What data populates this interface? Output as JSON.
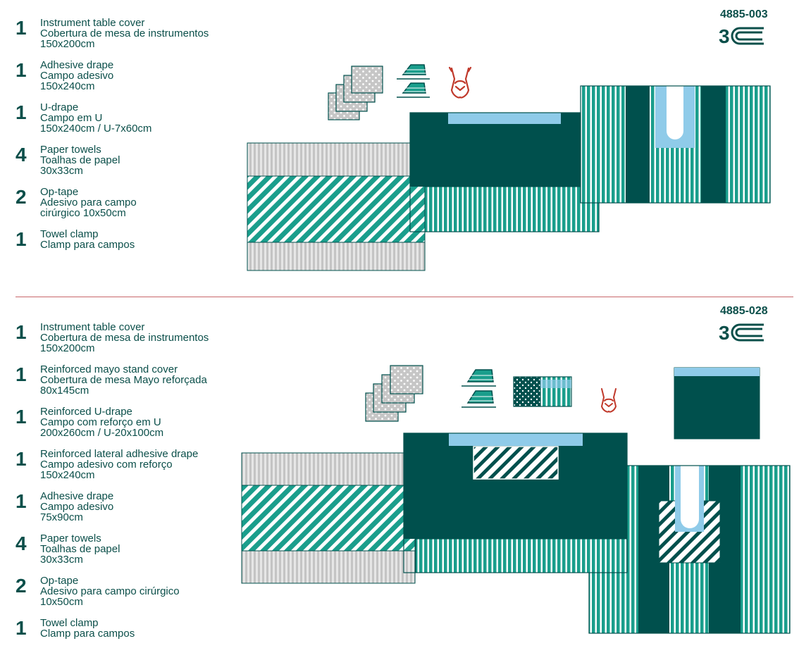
{
  "colors": {
    "dark_teal": "#00504d",
    "teal": "#1a9e8c",
    "light_blue": "#8fcbe9",
    "gray": "#c8c8c8",
    "red": "#c0392b",
    "divider": "#c8676a"
  },
  "icons": [
    "towel-clamp-icon",
    "op-tape-icon",
    "brand-logo-icon"
  ],
  "kits": [
    {
      "code": "4885-003",
      "logo_text": "3",
      "items": [
        {
          "qty": "1",
          "lines": [
            "Instrument table cover",
            "Cobertura de mesa de instrumentos",
            "150x200cm"
          ]
        },
        {
          "qty": "1",
          "lines": [
            "Adhesive drape",
            "Campo adesivo",
            "150x240cm"
          ]
        },
        {
          "qty": "1",
          "lines": [
            "U-drape",
            "Campo em U",
            "150x240cm / U-7x60cm"
          ]
        },
        {
          "qty": "4",
          "lines": [
            "Paper towels",
            "Toalhas de papel",
            "30x33cm"
          ]
        },
        {
          "qty": "2",
          "lines": [
            "Op-tape",
            "Adesivo para campo",
            "cirúrgico 10x50cm"
          ]
        },
        {
          "qty": "1",
          "lines": [
            "Towel clamp",
            "Clamp para campos"
          ]
        }
      ]
    },
    {
      "code": "4885-028",
      "logo_text": "3",
      "items": [
        {
          "qty": "1",
          "lines": [
            "Instrument table cover",
            "Cobertura de mesa de instrumentos",
            "150x200cm"
          ]
        },
        {
          "qty": "1",
          "lines": [
            "Reinforced mayo stand cover",
            "Cobertura de mesa Mayo reforçada",
            "80x145cm"
          ]
        },
        {
          "qty": "1",
          "lines": [
            "Reinforced U-drape",
            "Campo com reforço em U",
            "200x260cm / U-20x100cm"
          ]
        },
        {
          "qty": "1",
          "lines": [
            "Reinforced lateral adhesive drape",
            "Campo adesivo com reforço",
            "150x240cm"
          ]
        },
        {
          "qty": "1",
          "lines": [
            "Adhesive drape",
            "Campo adesivo",
            "75x90cm"
          ]
        },
        {
          "qty": "4",
          "lines": [
            "Paper towels",
            "Toalhas de papel",
            "30x33cm"
          ]
        },
        {
          "qty": "2",
          "lines": [
            "Op-tape",
            "Adesivo para campo cirúrgico",
            "10x50cm"
          ]
        },
        {
          "qty": "1",
          "lines": [
            "Towel clamp",
            "Clamp para campos"
          ]
        }
      ]
    }
  ]
}
